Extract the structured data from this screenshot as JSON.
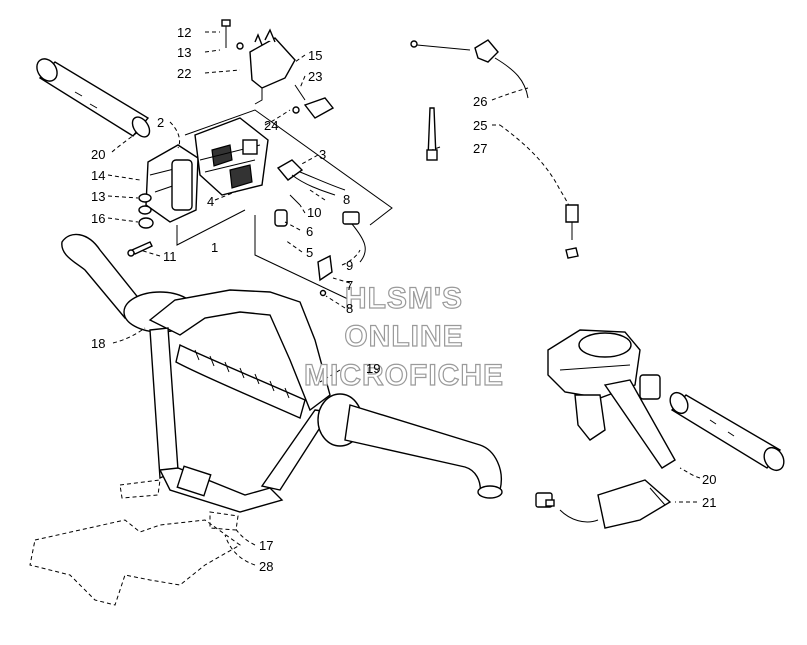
{
  "watermark": {
    "line1": "HLSM'S",
    "line2": "ONLINE",
    "line3": "MICROFICHE"
  },
  "callouts": [
    {
      "id": "c12",
      "text": "12"
    },
    {
      "id": "c13a",
      "text": "13"
    },
    {
      "id": "c22",
      "text": "22"
    },
    {
      "id": "c15",
      "text": "15"
    },
    {
      "id": "c23",
      "text": "23"
    },
    {
      "id": "c24",
      "text": "24"
    },
    {
      "id": "c2",
      "text": "2"
    },
    {
      "id": "c20a",
      "text": "20"
    },
    {
      "id": "c14",
      "text": "14"
    },
    {
      "id": "c13b",
      "text": "13"
    },
    {
      "id": "c16",
      "text": "16"
    },
    {
      "id": "c11",
      "text": "11"
    },
    {
      "id": "c4",
      "text": "4"
    },
    {
      "id": "c1",
      "text": "1"
    },
    {
      "id": "c3",
      "text": "3"
    },
    {
      "id": "c8a",
      "text": "8"
    },
    {
      "id": "c10",
      "text": "10"
    },
    {
      "id": "c6",
      "text": "6"
    },
    {
      "id": "c5",
      "text": "5"
    },
    {
      "id": "c9",
      "text": "9"
    },
    {
      "id": "c7",
      "text": "7"
    },
    {
      "id": "c8b",
      "text": "8"
    },
    {
      "id": "c26",
      "text": "26"
    },
    {
      "id": "c25",
      "text": "25"
    },
    {
      "id": "c27",
      "text": "27"
    },
    {
      "id": "c18",
      "text": "18"
    },
    {
      "id": "c19",
      "text": "19"
    },
    {
      "id": "c20b",
      "text": "20"
    },
    {
      "id": "c21",
      "text": "21"
    },
    {
      "id": "c17",
      "text": "17"
    },
    {
      "id": "c28",
      "text": "28"
    }
  ]
}
